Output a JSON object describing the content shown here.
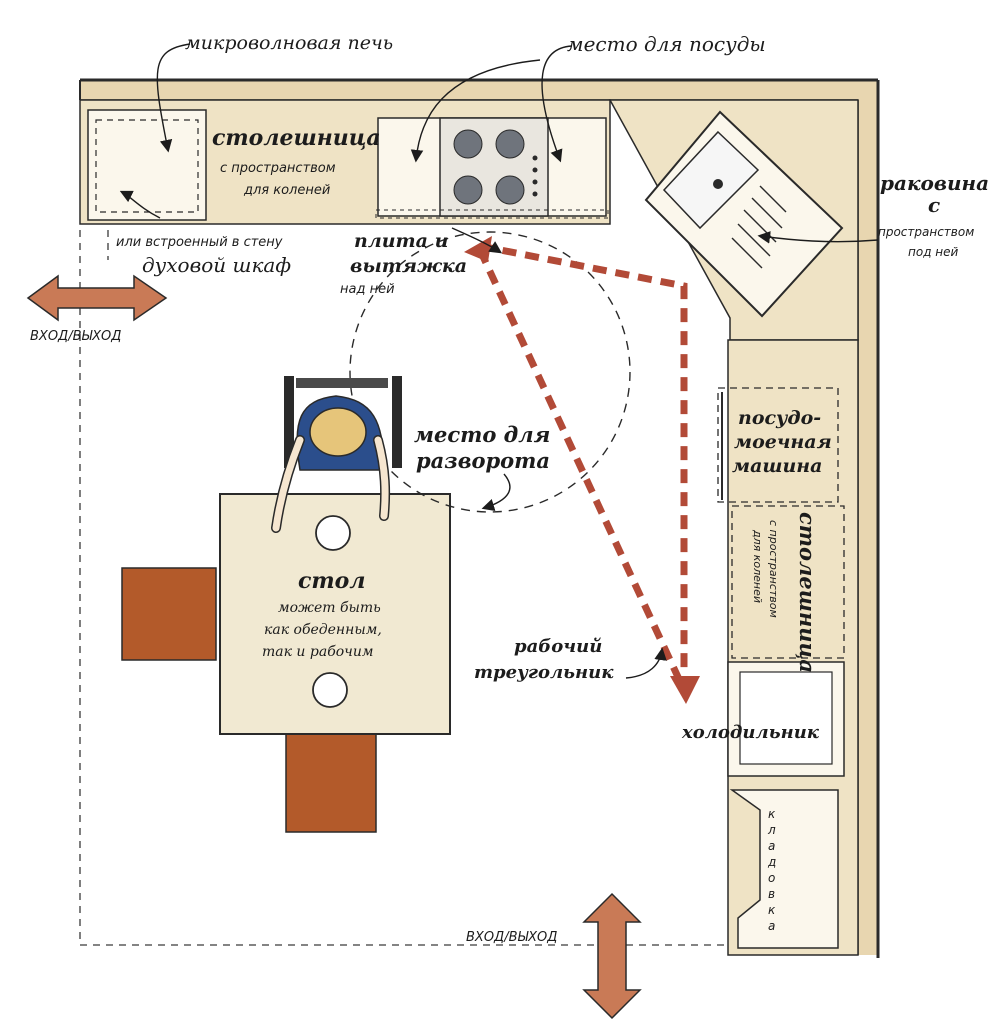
{
  "labels": {
    "microwave": "микроволновая печь",
    "dish_place": "место для посуды",
    "counter_top": {
      "title": "столешница",
      "line1": "с пространством",
      "line2": "для коленей"
    },
    "oven": {
      "line1": "или встроенный в стену",
      "line2": "духовой шкаф"
    },
    "stove": {
      "line1": "плита и",
      "line2": "вытяжка",
      "line3": "над ней"
    },
    "sink": {
      "line1": "раковина",
      "line2": "с",
      "line3": "пространством",
      "line4": "под ней"
    },
    "entry_left": "ВХОД/ВЫХОД",
    "entry_bottom": "ВХОД/ВЫХОД",
    "turn_place": {
      "line1": "место для",
      "line2": "разворота"
    },
    "dishwasher": {
      "line1": "посудо-",
      "line2": "моечная",
      "line3": "машина"
    },
    "counter_right": {
      "title": "столешница",
      "line1": "с пространством",
      "line2": "для коленей"
    },
    "table": {
      "title": "стол",
      "line1": "может быть",
      "line2": "как обеденным,",
      "line3": "так и рабочим"
    },
    "triangle": {
      "line1": "рабочий",
      "line2": "треугольник"
    },
    "fridge": "холодильник",
    "pantry": [
      "к",
      "л",
      "а",
      "д",
      "о",
      "в",
      "к",
      "а"
    ]
  },
  "colors": {
    "wall": "#e8d6b0",
    "wall_edge": "#2a2a2a",
    "counter": "#efe3c5",
    "cabinet": "#fbf7ec",
    "table": "#f1e9d2",
    "chair": "#b35a2a",
    "arrow_fill": "#c97a56",
    "triangle": "#b24a37",
    "burner": "#6f747c",
    "shirt": "#2b4e8c",
    "hair": "#e6c57a"
  }
}
